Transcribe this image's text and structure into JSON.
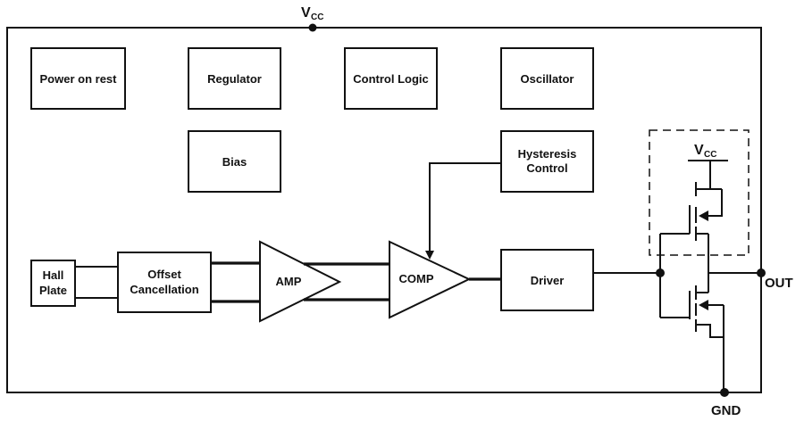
{
  "supply_top": {
    "main": "V",
    "sub": "CC"
  },
  "blocks": {
    "power_on_rest": "Power on rest",
    "regulator": "Regulator",
    "control_logic": "Control Logic",
    "oscillator": "Oscillator",
    "bias": "Bias",
    "hysteresis_control": [
      "Hysteresis",
      "Control"
    ],
    "hall_plate": [
      "Hall",
      "Plate"
    ],
    "offset_cancellation": [
      "Offset",
      "Cancellation"
    ],
    "amp": "AMP",
    "comp": "COMP",
    "driver": "Driver"
  },
  "output_stage": {
    "supply": {
      "main": "V",
      "sub": "CC"
    }
  },
  "pins": {
    "out": "OUT",
    "gnd": "GND"
  }
}
